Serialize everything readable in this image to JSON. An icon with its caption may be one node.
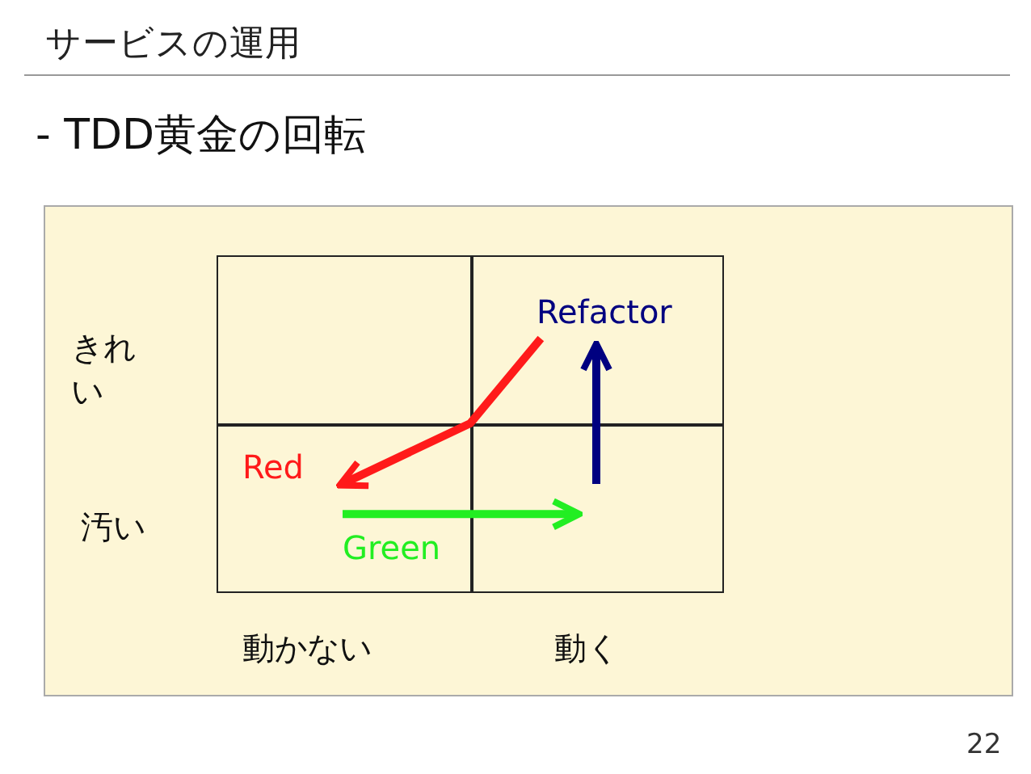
{
  "diagram": {
    "title": "サービスの運用",
    "nodes": [
      {
        "text": [],
        "shape": "box"
      },
      {
        "text": [],
        "shape": "box",
        "in": 0
      },
      {
        "text": [],
        "shape": "box",
        "in": 0
      },
      {
        "text": [],
        "shape": "box",
        "in": 0
      },
      {
        "text": [],
        "shape": "box",
        "in": 0
      }
    ],
    "edges": [
      {
        "from": 2,
        "to": 3,
        "arrow": "to",
        "label": "Red",
        "color": "#ff1a1a"
      },
      {
        "from": 3,
        "to": 4,
        "arrow": "to",
        "label": "Green",
        "color": "#22ee22"
      },
      {
        "from": 4,
        "to": 2,
        "arrow": "to",
        "label": "Refactor",
        "color": "#000080"
      }
    ],
    "labels": [
      "- TDD黄金の回転",
      "きれい",
      "汚い",
      "動かない",
      "動く",
      "22"
    ]
  }
}
